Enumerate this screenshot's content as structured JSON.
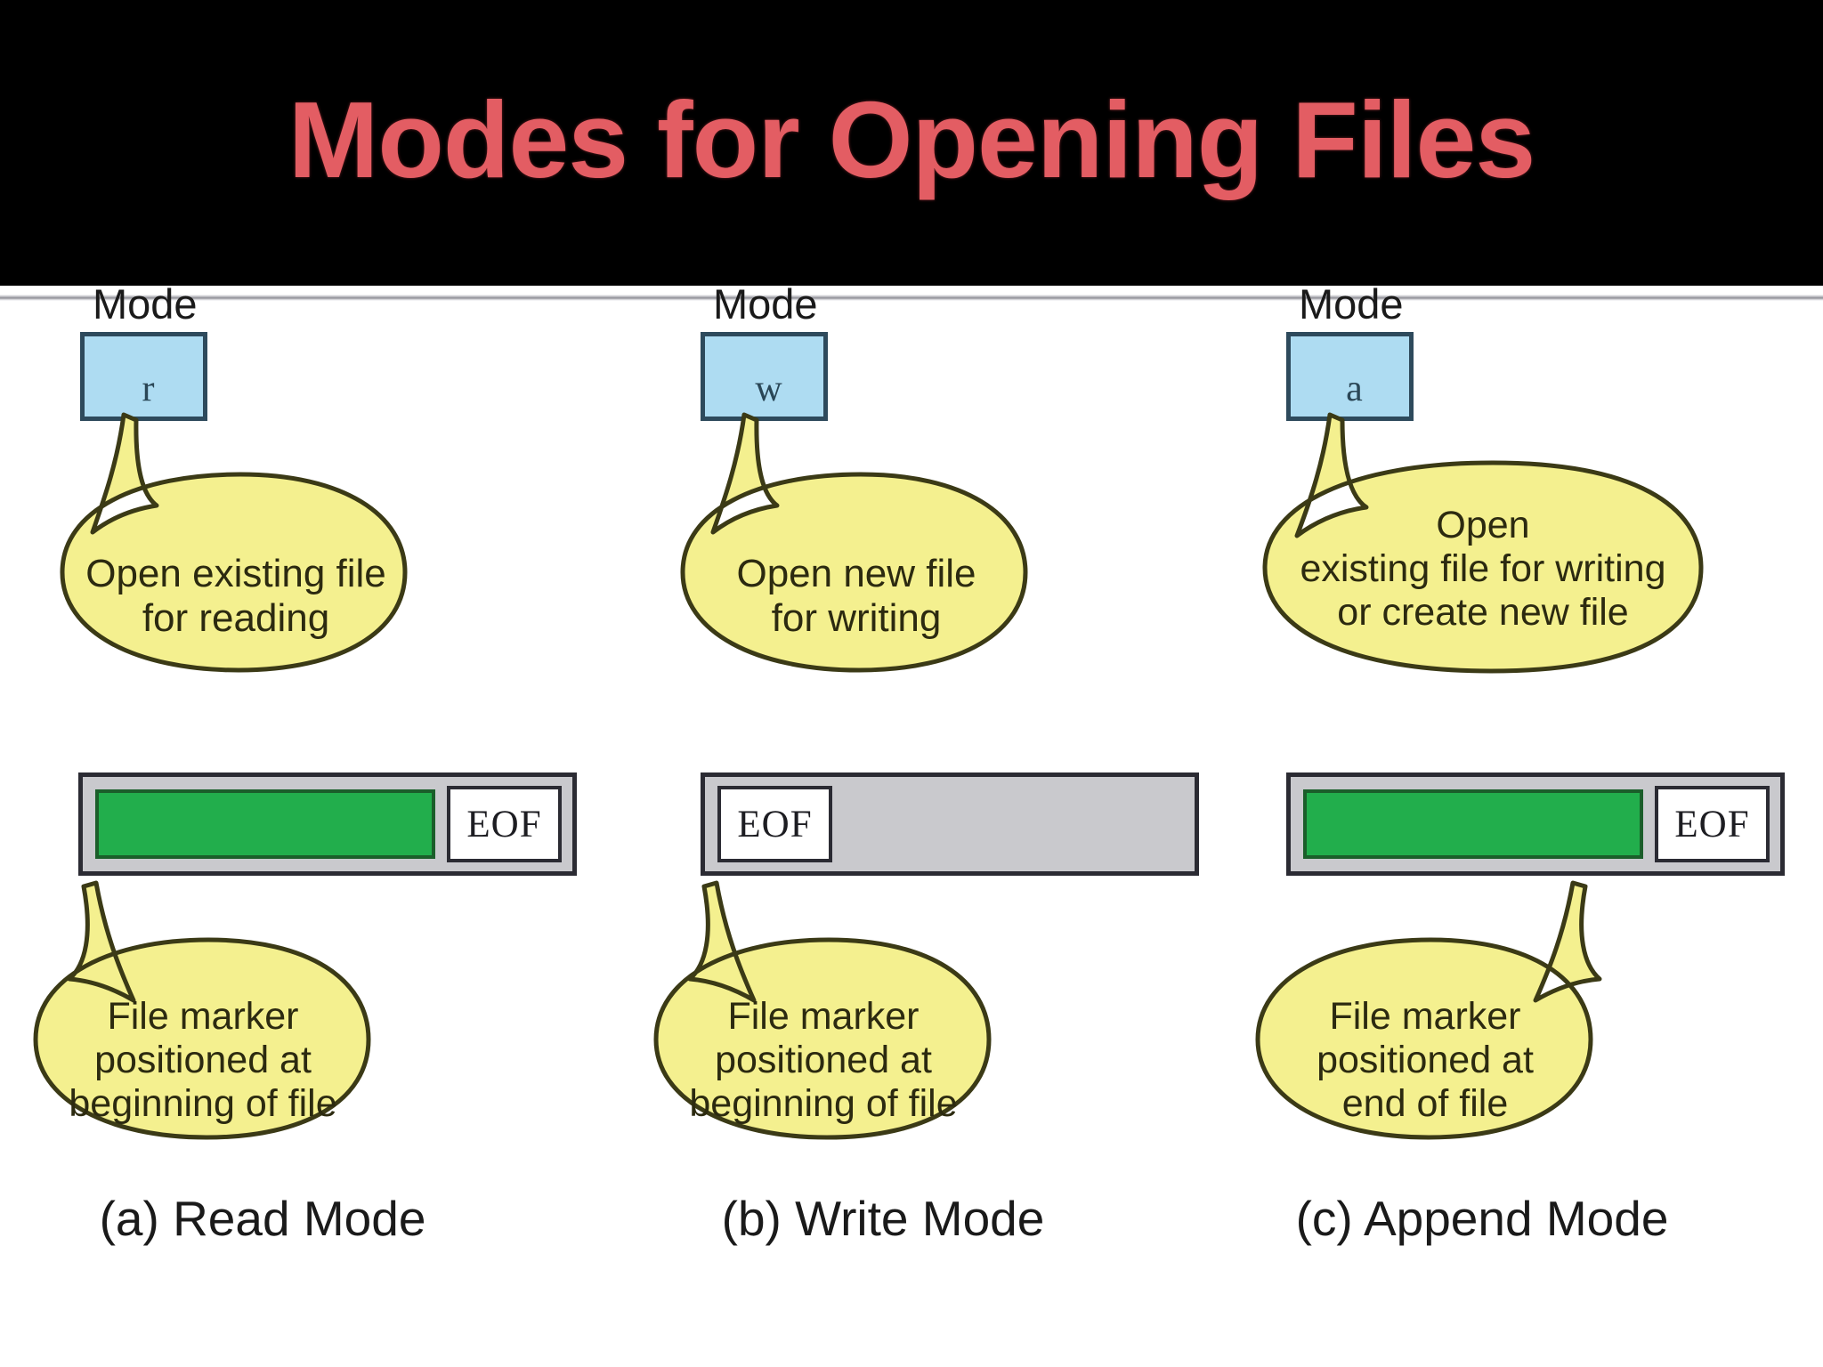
{
  "slide": {
    "title": "Modes for Opening Files",
    "title_color": "#e35d63",
    "band_color": "#000000",
    "background_color": "#ffffff"
  },
  "palette": {
    "bubble_fill": "#f4f08f",
    "bubble_stroke": "#3b3a16",
    "mode_box_fill": "#aedcf2",
    "mode_box_stroke": "#2e4a5c",
    "file_bar_fill": "#c9c9cd",
    "file_bar_stroke": "#2b2b33",
    "file_content_green": "#22ae4c",
    "file_content_green_stroke": "#1b5e2a",
    "eof_box_fill": "#ffffff",
    "text_color": "#1a1a1a"
  },
  "columns": [
    {
      "id": "read",
      "mode_label": "Mode",
      "mode_letter": "r",
      "top_bubble_lines": [
        "Open existing file",
        "for reading"
      ],
      "file_bar": {
        "has_content": true,
        "eof_label": "EOF",
        "eof_position": "right",
        "marker_position": "beginning"
      },
      "bottom_bubble_lines": [
        "File marker",
        "positioned at",
        "beginning of file"
      ],
      "caption": "(a) Read Mode"
    },
    {
      "id": "write",
      "mode_label": "Mode",
      "mode_letter": "w",
      "top_bubble_lines": [
        "Open new file",
        "for writing"
      ],
      "file_bar": {
        "has_content": false,
        "eof_label": "EOF",
        "eof_position": "left",
        "marker_position": "beginning"
      },
      "bottom_bubble_lines": [
        "File marker",
        "positioned at",
        "beginning of file"
      ],
      "caption": "(b) Write Mode"
    },
    {
      "id": "append",
      "mode_label": "Mode",
      "mode_letter": "a",
      "top_bubble_lines": [
        "Open",
        "existing file for writing",
        "or create new file"
      ],
      "file_bar": {
        "has_content": true,
        "eof_label": "EOF",
        "eof_position": "right",
        "marker_position": "end"
      },
      "bottom_bubble_lines": [
        "File marker",
        "positioned at",
        "end of file"
      ],
      "caption": "(c) Append Mode"
    }
  ]
}
